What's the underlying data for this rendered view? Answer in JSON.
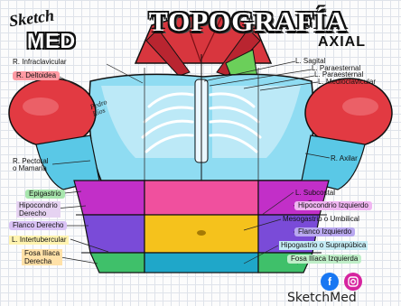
{
  "title": {
    "main": "TOPOGRAFÍA",
    "sub": "AXIAL"
  },
  "logo": {
    "line1": "Sketch",
    "line2": "MED"
  },
  "signature": {
    "line1": "Pedro",
    "line2": "Ríos"
  },
  "brand": {
    "name": "SketchMed",
    "social": [
      "facebook-icon",
      "instagram-icon"
    ]
  },
  "labels_left": [
    {
      "text": "R. Infraclavicular"
    },
    {
      "text": "R. Deltoidea"
    },
    {
      "text": "R. Pectoral\no Mamaria"
    },
    {
      "text": "Epigastrio"
    },
    {
      "text": "Hipocondrio\nDerecho"
    },
    {
      "text": "Flanco Derecho"
    },
    {
      "text": "L. Intertubercular"
    },
    {
      "text": "Fosa Ilíaca\nDerecha"
    }
  ],
  "labels_right": [
    {
      "text": "L. Sagital"
    },
    {
      "text": "L. Paraesternal"
    },
    {
      "text": "L. Paraesternal"
    },
    {
      "text": "L. Medioclavicular"
    },
    {
      "text": "R. Axilar"
    },
    {
      "text": "L. Subcostal"
    },
    {
      "text": "Hipocondrio Izquierdo"
    },
    {
      "text": "Mesogastrio o Umbilical"
    },
    {
      "text": "Flanco Izquierdo"
    },
    {
      "text": "Hipogastrio o Suprapúbica"
    },
    {
      "text": "Fosa Ilíaca Izquierda"
    }
  ],
  "colors": {
    "deltoid": "#e23a42",
    "chest": "#8fdcf2",
    "epigastrio": "#f0509e",
    "hypochondrium": "#c22fc8",
    "flank": "#7a4bd8",
    "umbilical": "#f5c21c",
    "hipogastrio": "#1fa7c9",
    "fosa_iliaca": "#3fc06a",
    "neck": "#d8363e"
  }
}
